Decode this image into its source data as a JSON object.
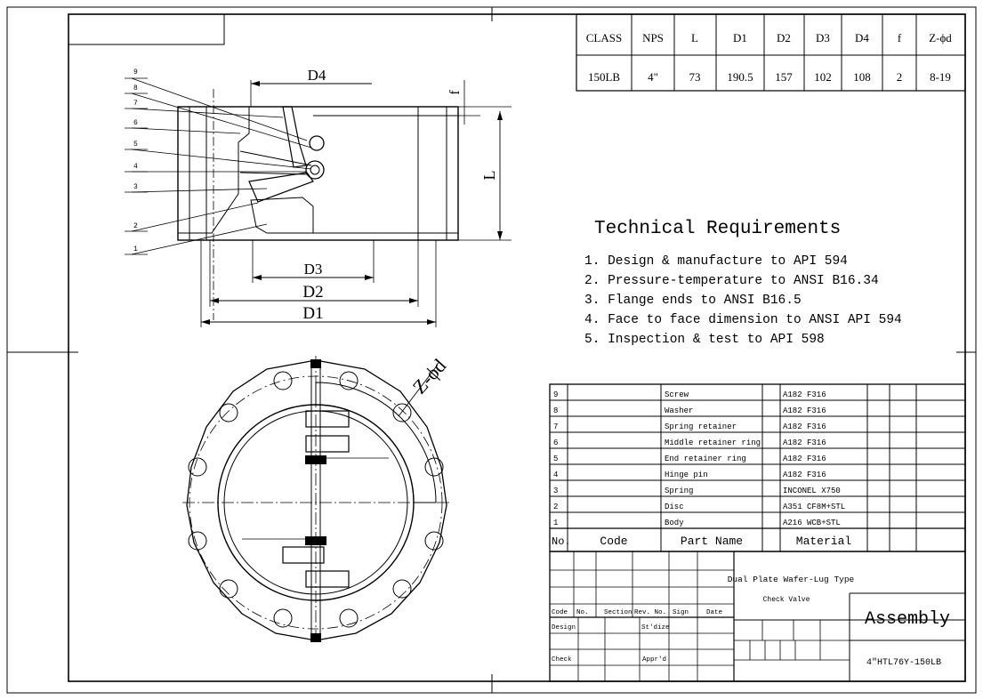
{
  "spec_table": {
    "headers": [
      "CLASS",
      "NPS",
      "L",
      "D1",
      "D2",
      "D3",
      "D4",
      "f",
      "Z-ϕd"
    ],
    "values": [
      "150LB",
      "4\"",
      "73",
      "190.5",
      "157",
      "102",
      "108",
      "2",
      "8-19"
    ]
  },
  "drawing_labels": {
    "d4": "D4",
    "d3": "D3",
    "d2": "D2",
    "d1": "D1",
    "l": "L",
    "f": "f",
    "zphi": "Z-ϕd"
  },
  "leaders": [
    "9",
    "8",
    "7",
    "6",
    "5",
    "4",
    "3",
    "2",
    "1"
  ],
  "technical_requirements": {
    "title": "Technical Requirements",
    "items": [
      "1. Design & manufacture to API 594",
      "2. Pressure-temperature to ANSI B16.34",
      "3. Flange ends to ANSI B16.5",
      "4. Face to face dimension to ANSI API 594",
      " 5. Inspection & test to API 598"
    ]
  },
  "bom": {
    "rows": [
      {
        "no": "9",
        "code": "",
        "part": "Screw",
        "material": "A182 F316"
      },
      {
        "no": "8",
        "code": "",
        "part": "Washer",
        "material": "A182 F316"
      },
      {
        "no": "7",
        "code": "",
        "part": "Spring retainer",
        "material": "A182 F316"
      },
      {
        "no": "6",
        "code": "",
        "part": "Middle retainer ring",
        "material": "A182 F316"
      },
      {
        "no": "5",
        "code": "",
        "part": "End retainer ring",
        "material": "A182 F316"
      },
      {
        "no": "4",
        "code": "",
        "part": "Hinge pin",
        "material": "A182 F316"
      },
      {
        "no": "3",
        "code": "",
        "part": "Spring",
        "material": "INCONEL X750"
      },
      {
        "no": "2",
        "code": "",
        "part": "Disc",
        "material": "A351 CF8M+STL"
      },
      {
        "no": "1",
        "code": "",
        "part": "Body",
        "material": "A216 WCB+STL"
      }
    ],
    "header": {
      "no": "No.",
      "code": "Code",
      "part": "Part Name",
      "material": "Material"
    }
  },
  "title_block": {
    "row_labels": [
      "Code",
      "No.",
      "Section",
      "Rev. No.",
      "Sign",
      "Date"
    ],
    "design": "Design",
    "stdize": "St'dize",
    "check": "Check",
    "apprd": "Appr'd",
    "product_line1": "Dual Plate Wafer-Lug Type",
    "product_line2": "Check Valve",
    "assembly": "Assembly",
    "drawing_no": "4\"HTL76Y-150LB"
  }
}
